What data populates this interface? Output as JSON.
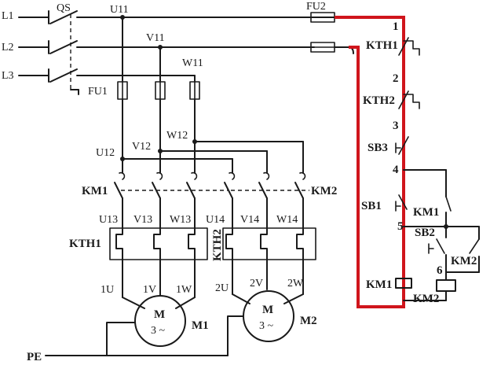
{
  "labels": {
    "L1": "L1",
    "L2": "L2",
    "L3": "L3",
    "QS": "QS",
    "U11": "U11",
    "V11": "V11",
    "W11": "W11",
    "FU1": "FU1",
    "FU2": "FU2",
    "U12": "U12",
    "V12": "V12",
    "W12": "W12",
    "KM1_main": "KM1",
    "KM2_main": "KM2",
    "U13": "U13",
    "V13": "V13",
    "W13": "W13",
    "U14": "U14",
    "V14": "V14",
    "W14": "W14",
    "KTH1": "KTH1",
    "KTH2": "KTH2",
    "1U": "1U",
    "1V": "1V",
    "1W": "1W",
    "2U": "2U",
    "2V": "2V",
    "2W": "2W",
    "M1_letter": "M",
    "M1_phase": "3 ~",
    "M1": "M1",
    "M2_letter": "M",
    "M2_phase": "3 ~",
    "M2": "M2",
    "PE": "PE",
    "n1": "1",
    "n2": "2",
    "n3": "3",
    "n4": "4",
    "n5": "5",
    "n6": "6",
    "KTH1_ctrl": "KTH1",
    "KTH2_ctrl": "KTH2",
    "SB3": "SB3",
    "SB1": "SB1",
    "SB2": "SB2",
    "KM1_aux": "KM1",
    "KM2_aux": "KM2",
    "KM1_coil": "KM1",
    "KM2_coil": "KM2"
  },
  "colors": {
    "wire": "#1a1a1a",
    "highlight": "#d0151c",
    "background": "#ffffff"
  }
}
